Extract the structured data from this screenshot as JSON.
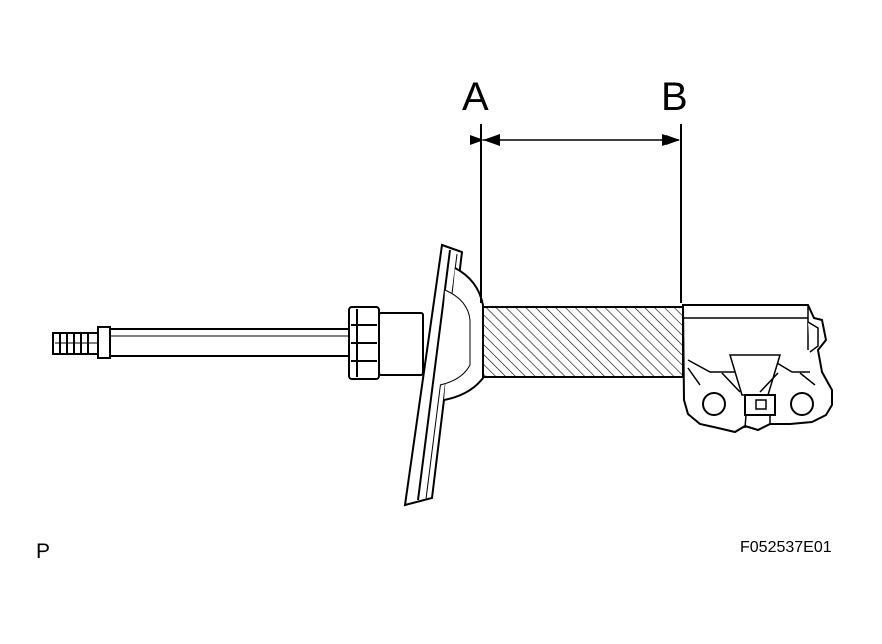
{
  "labels": {
    "point_a": "A",
    "point_b": "B",
    "corner_letter": "P",
    "figure_code": "F052537E01"
  }
}
